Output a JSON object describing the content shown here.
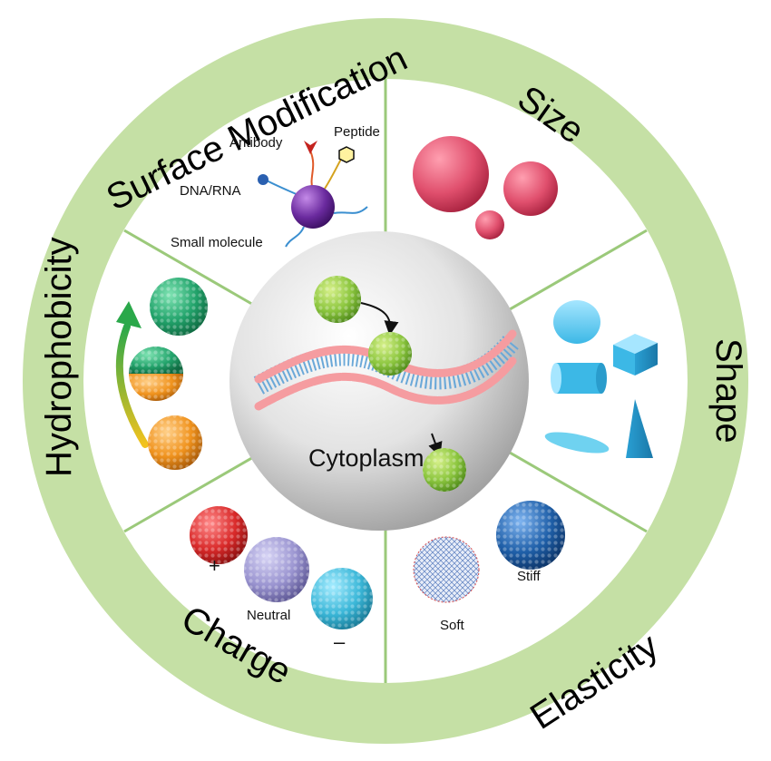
{
  "center": {
    "label": "Cytoplasm"
  },
  "sectors": {
    "surface_modification": {
      "title": "Surface Modification",
      "labels": {
        "antibody": "Antibody",
        "peptide": "Peptide",
        "dna_rna": "DNA/RNA",
        "small_molecule": "Small molecule"
      }
    },
    "size": {
      "title": "Size"
    },
    "shape": {
      "title": "Shape"
    },
    "elasticity": {
      "title": "Elasticity",
      "labels": {
        "soft": "Soft",
        "stiff": "Stiff"
      }
    },
    "charge": {
      "title": "Charge",
      "labels": {
        "positive": "+",
        "neutral": "Neutral",
        "negative": "–"
      }
    },
    "hydrophobicity": {
      "title": "Hydrophobicity"
    }
  },
  "colors": {
    "ring": "#c5e0a5",
    "divider": "#9bc97a",
    "size_sphere": "#e04f6d",
    "shape_solid": "#3cb8e6",
    "membrane_head": "#f59ca0",
    "membrane_tail": "#6aa8d8",
    "nanoparticle_green": "#8cc63f",
    "hydrophobic_top": "#22a36b",
    "hydrophobic_bottom": "#f0931e",
    "charge_positive": "#d92a2a",
    "charge_neutral": "#9a94d0",
    "charge_negative": "#3bb7d8",
    "stiff_particle": "#1f5fa8",
    "core_particle": "#6a2a9e"
  }
}
